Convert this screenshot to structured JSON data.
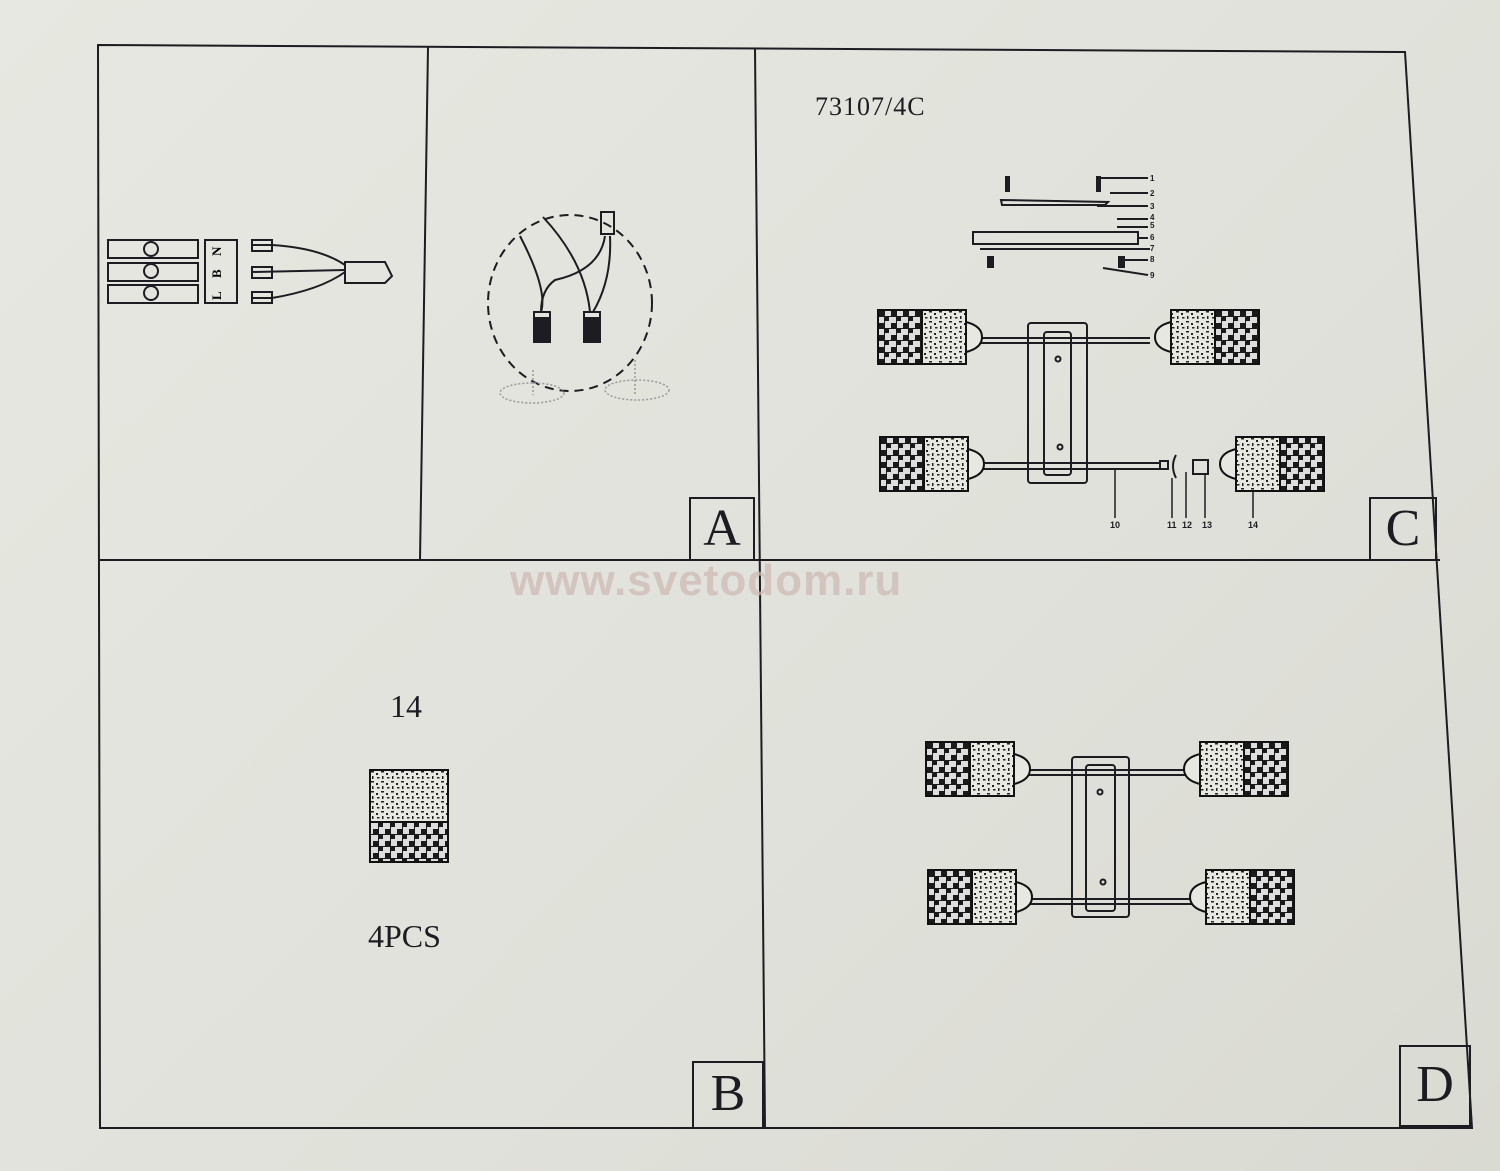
{
  "document": {
    "model_number": "73107/4C",
    "watermark": "www.svetodom.ru",
    "panels": {
      "top_left": {
        "content": "wiring terminal block with L B N labels and 3-wire cable",
        "terminal_labels": [
          "L",
          "B",
          "N"
        ]
      },
      "A": {
        "label": "A",
        "content": "wire connection detail with twist connectors"
      },
      "B": {
        "label": "B",
        "part_number": "14",
        "quantity": "4PCS"
      },
      "C": {
        "label": "C",
        "part_callouts_top": [
          "1",
          "2",
          "3",
          "4",
          "5",
          "6",
          "7",
          "8",
          "9"
        ],
        "part_callouts_bottom": [
          "10",
          "11",
          "12",
          "13",
          "14"
        ]
      },
      "D": {
        "label": "D",
        "content": "assembled 4-light fixture"
      }
    }
  }
}
